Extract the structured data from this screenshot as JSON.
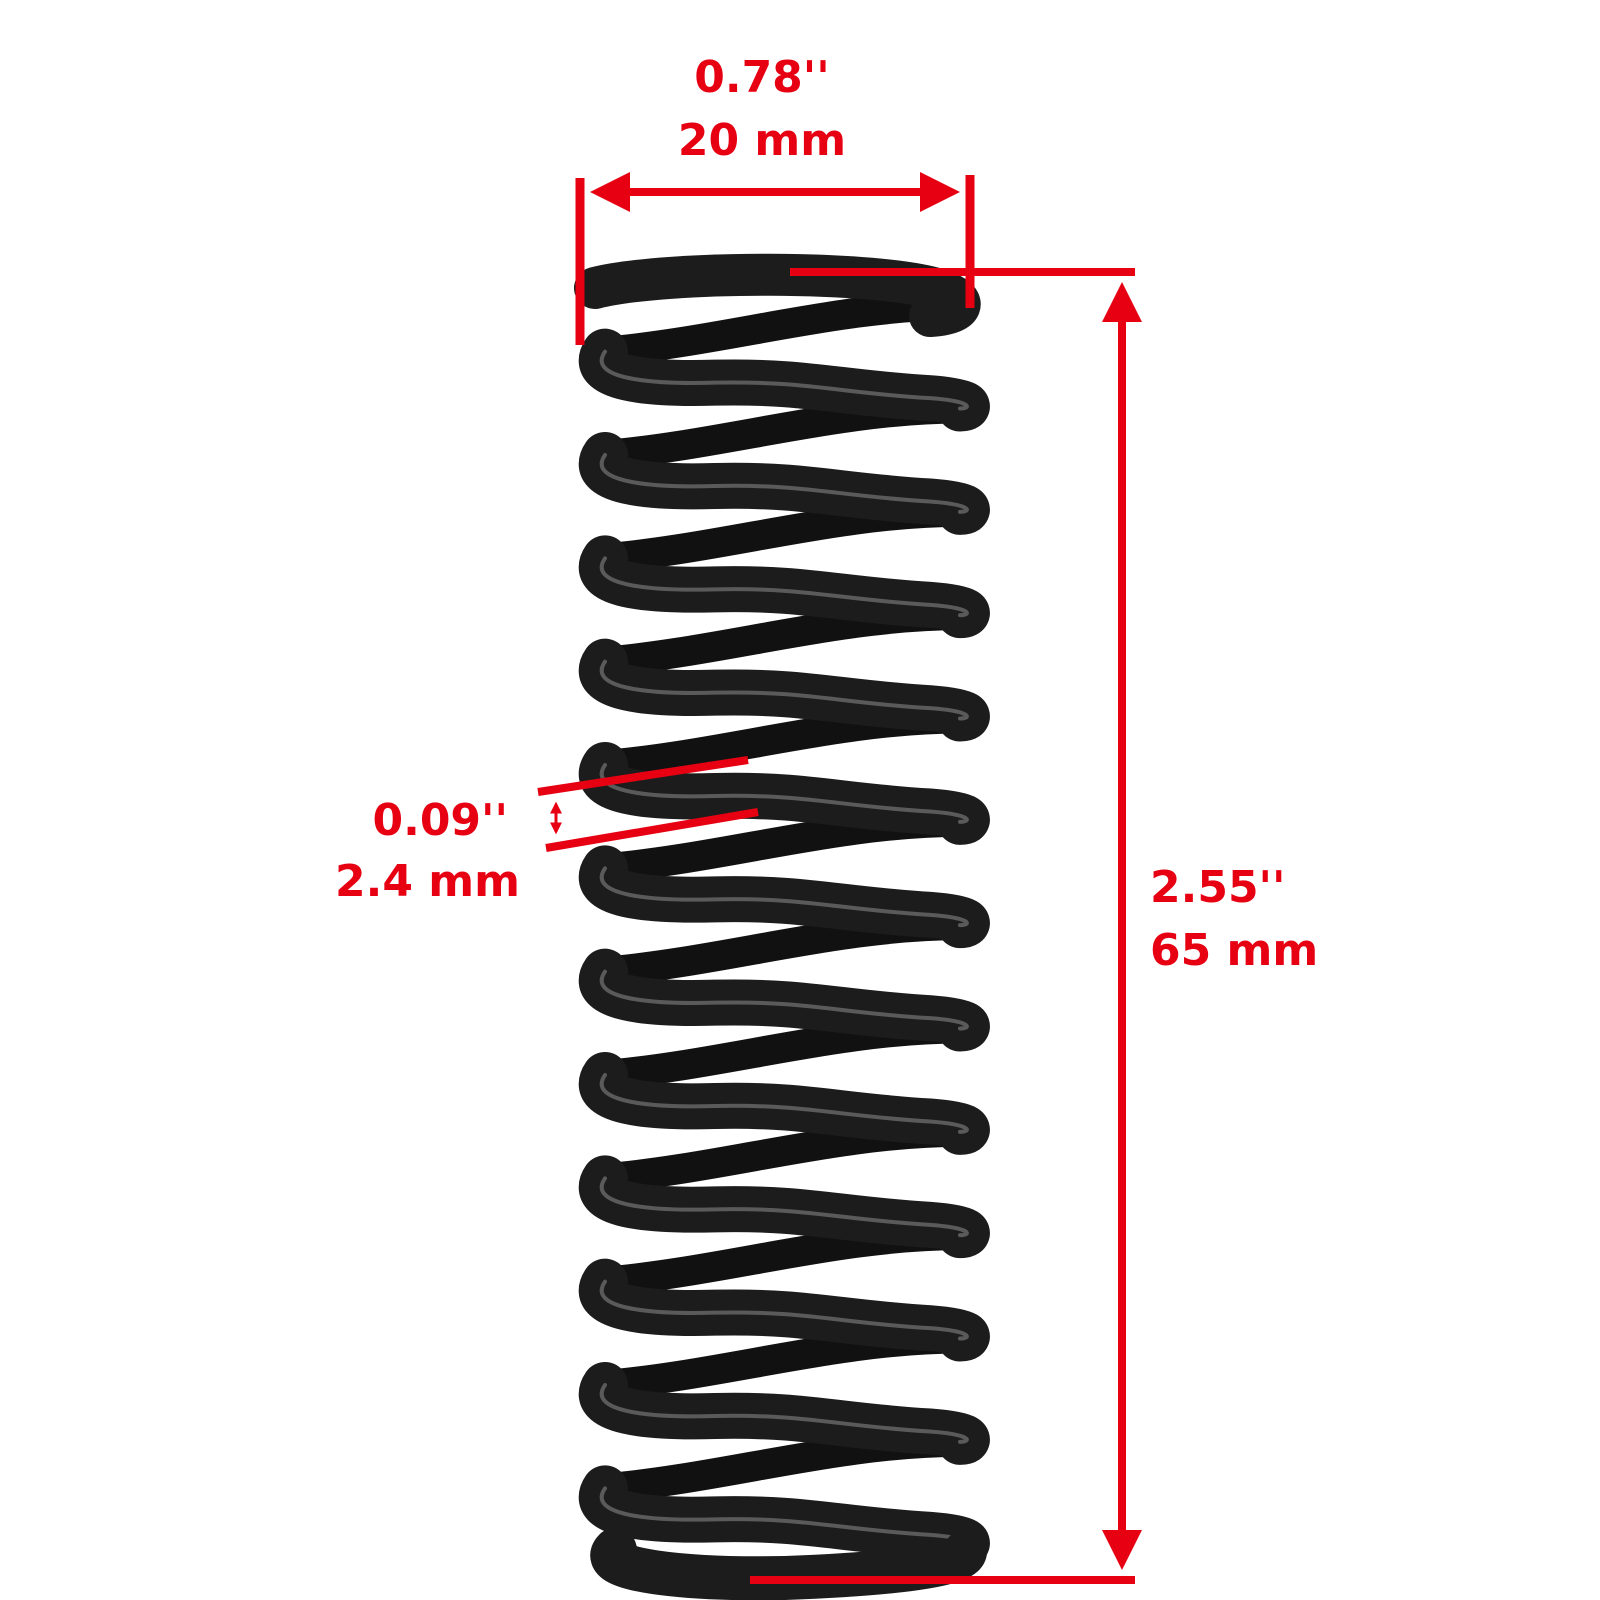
{
  "colors": {
    "annotation": "#e60012",
    "spring": "#1c1c1c",
    "spring_highlight": "#5a5a5a",
    "background": "#ffffff"
  },
  "dimensions": {
    "outer_diameter": {
      "inches": "0.78''",
      "mm": "20 mm"
    },
    "wire_diameter": {
      "inches": "0.09''",
      "mm": "2.4 mm"
    },
    "free_length": {
      "inches": "2.55''",
      "mm": "65 mm"
    }
  },
  "spring": {
    "coil_count": 12
  }
}
